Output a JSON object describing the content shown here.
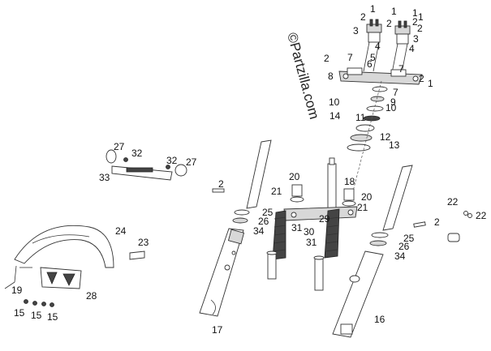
{
  "watermark": "©Partzilla.com",
  "callouts": [
    "1",
    "1",
    "1",
    "1",
    "2",
    "2",
    "2",
    "2",
    "3",
    "3",
    "4",
    "4",
    "5",
    "2",
    "7",
    "7",
    "6",
    "8",
    "2",
    "1",
    "7",
    "9",
    "10",
    "10",
    "11",
    "14",
    "12",
    "13",
    "27",
    "32",
    "32",
    "27",
    "33",
    "2",
    "20",
    "21",
    "18",
    "20",
    "21",
    "25",
    "29",
    "26",
    "31",
    "30",
    "34",
    "31",
    "22",
    "22",
    "2",
    "24",
    "23",
    "25",
    "26",
    "34",
    "19",
    "28",
    "15",
    "15",
    "15",
    "17",
    "16"
  ]
}
